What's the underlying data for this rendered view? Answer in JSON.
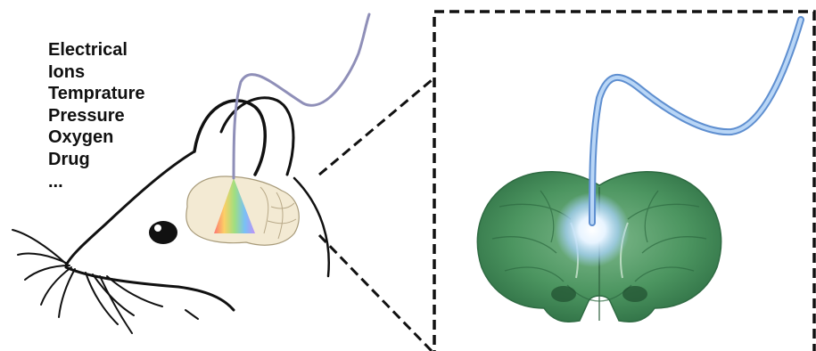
{
  "measurements": {
    "items": [
      "Electrical",
      "Ions",
      "Temprature",
      "Pressure",
      "Oxygen",
      "Drug",
      "..."
    ]
  },
  "colors": {
    "line": "#111111",
    "fiber": "#8f8fb8",
    "fiber_inset": "#7fa8dc",
    "brain_small": "#f3ead3",
    "brain_slice": "#3f8a55",
    "glow": "#e8f4ff"
  }
}
